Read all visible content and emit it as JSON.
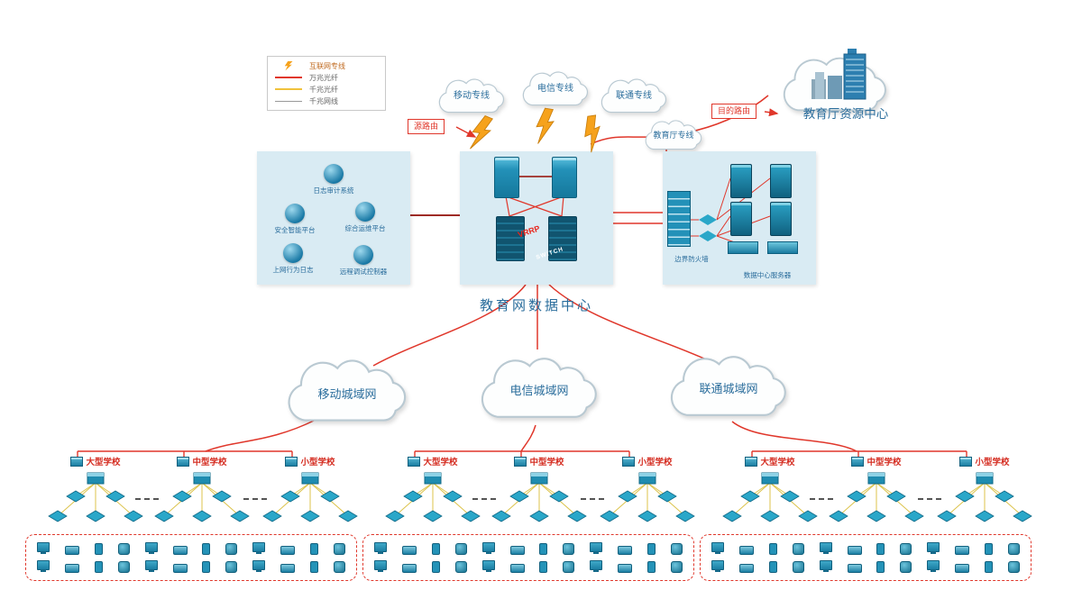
{
  "diagram_title": "教育网数据中心",
  "legend": {
    "items": [
      {
        "symbol": "lightning-bolt",
        "label": "互联网专线"
      },
      {
        "symbol": "red-line",
        "label": "万兆光纤"
      },
      {
        "symbol": "yellow-line",
        "label": "千兆光纤"
      },
      {
        "symbol": "gray-line",
        "label": "千兆网线"
      }
    ]
  },
  "route_badges": {
    "source": "源路由",
    "destination": "目的路由"
  },
  "wan_clouds": {
    "mobile": "移动专线",
    "telecom": "电信专线",
    "unicom": "联通专线",
    "edu": "教育厅专线"
  },
  "resource_center_label": "教育厅资源中心",
  "ops_panel": {
    "items": [
      "日志审计系统",
      "安全智能平台",
      "综合运维平台",
      "上网行为日志",
      "远程调试控制器"
    ]
  },
  "data_center": {
    "label": "教育网数据中心",
    "vrrp_label": "VRRP",
    "switch_label": "SWITCH"
  },
  "dmz_panel": {
    "firewall_label": "边界防火墙",
    "servers_label": "数据中心服务器"
  },
  "metro_clouds": [
    "移动城域网",
    "电信城域网",
    "联通城域网"
  ],
  "school_types": [
    "大型学校",
    "中型学校",
    "小型学校"
  ],
  "endpoints": {
    "rows_per_group": 2,
    "devices_per_row": 12,
    "access_switches_per_school": 5
  },
  "colors": {
    "line_red": "#e0372b",
    "dark_link_red": "#9e2b25",
    "device_teal": "#2aa7c9",
    "panel_blue": "#d9ebf3",
    "label_blue": "#2a6d9c",
    "school_label_red": "#d42a1e",
    "bolt_orange": "#f6a21c",
    "fiber_yellow": "#f0c23c",
    "cable_gray": "#999999"
  },
  "icons": [
    "cloud",
    "lightning-bolt",
    "edge-router",
    "core-switch",
    "firewall",
    "server",
    "switch-diamond",
    "aggregation-switch",
    "office-building",
    "endpoint-pc",
    "endpoint-printer",
    "endpoint-phone",
    "endpoint-disk",
    "ops-platform-circle"
  ]
}
